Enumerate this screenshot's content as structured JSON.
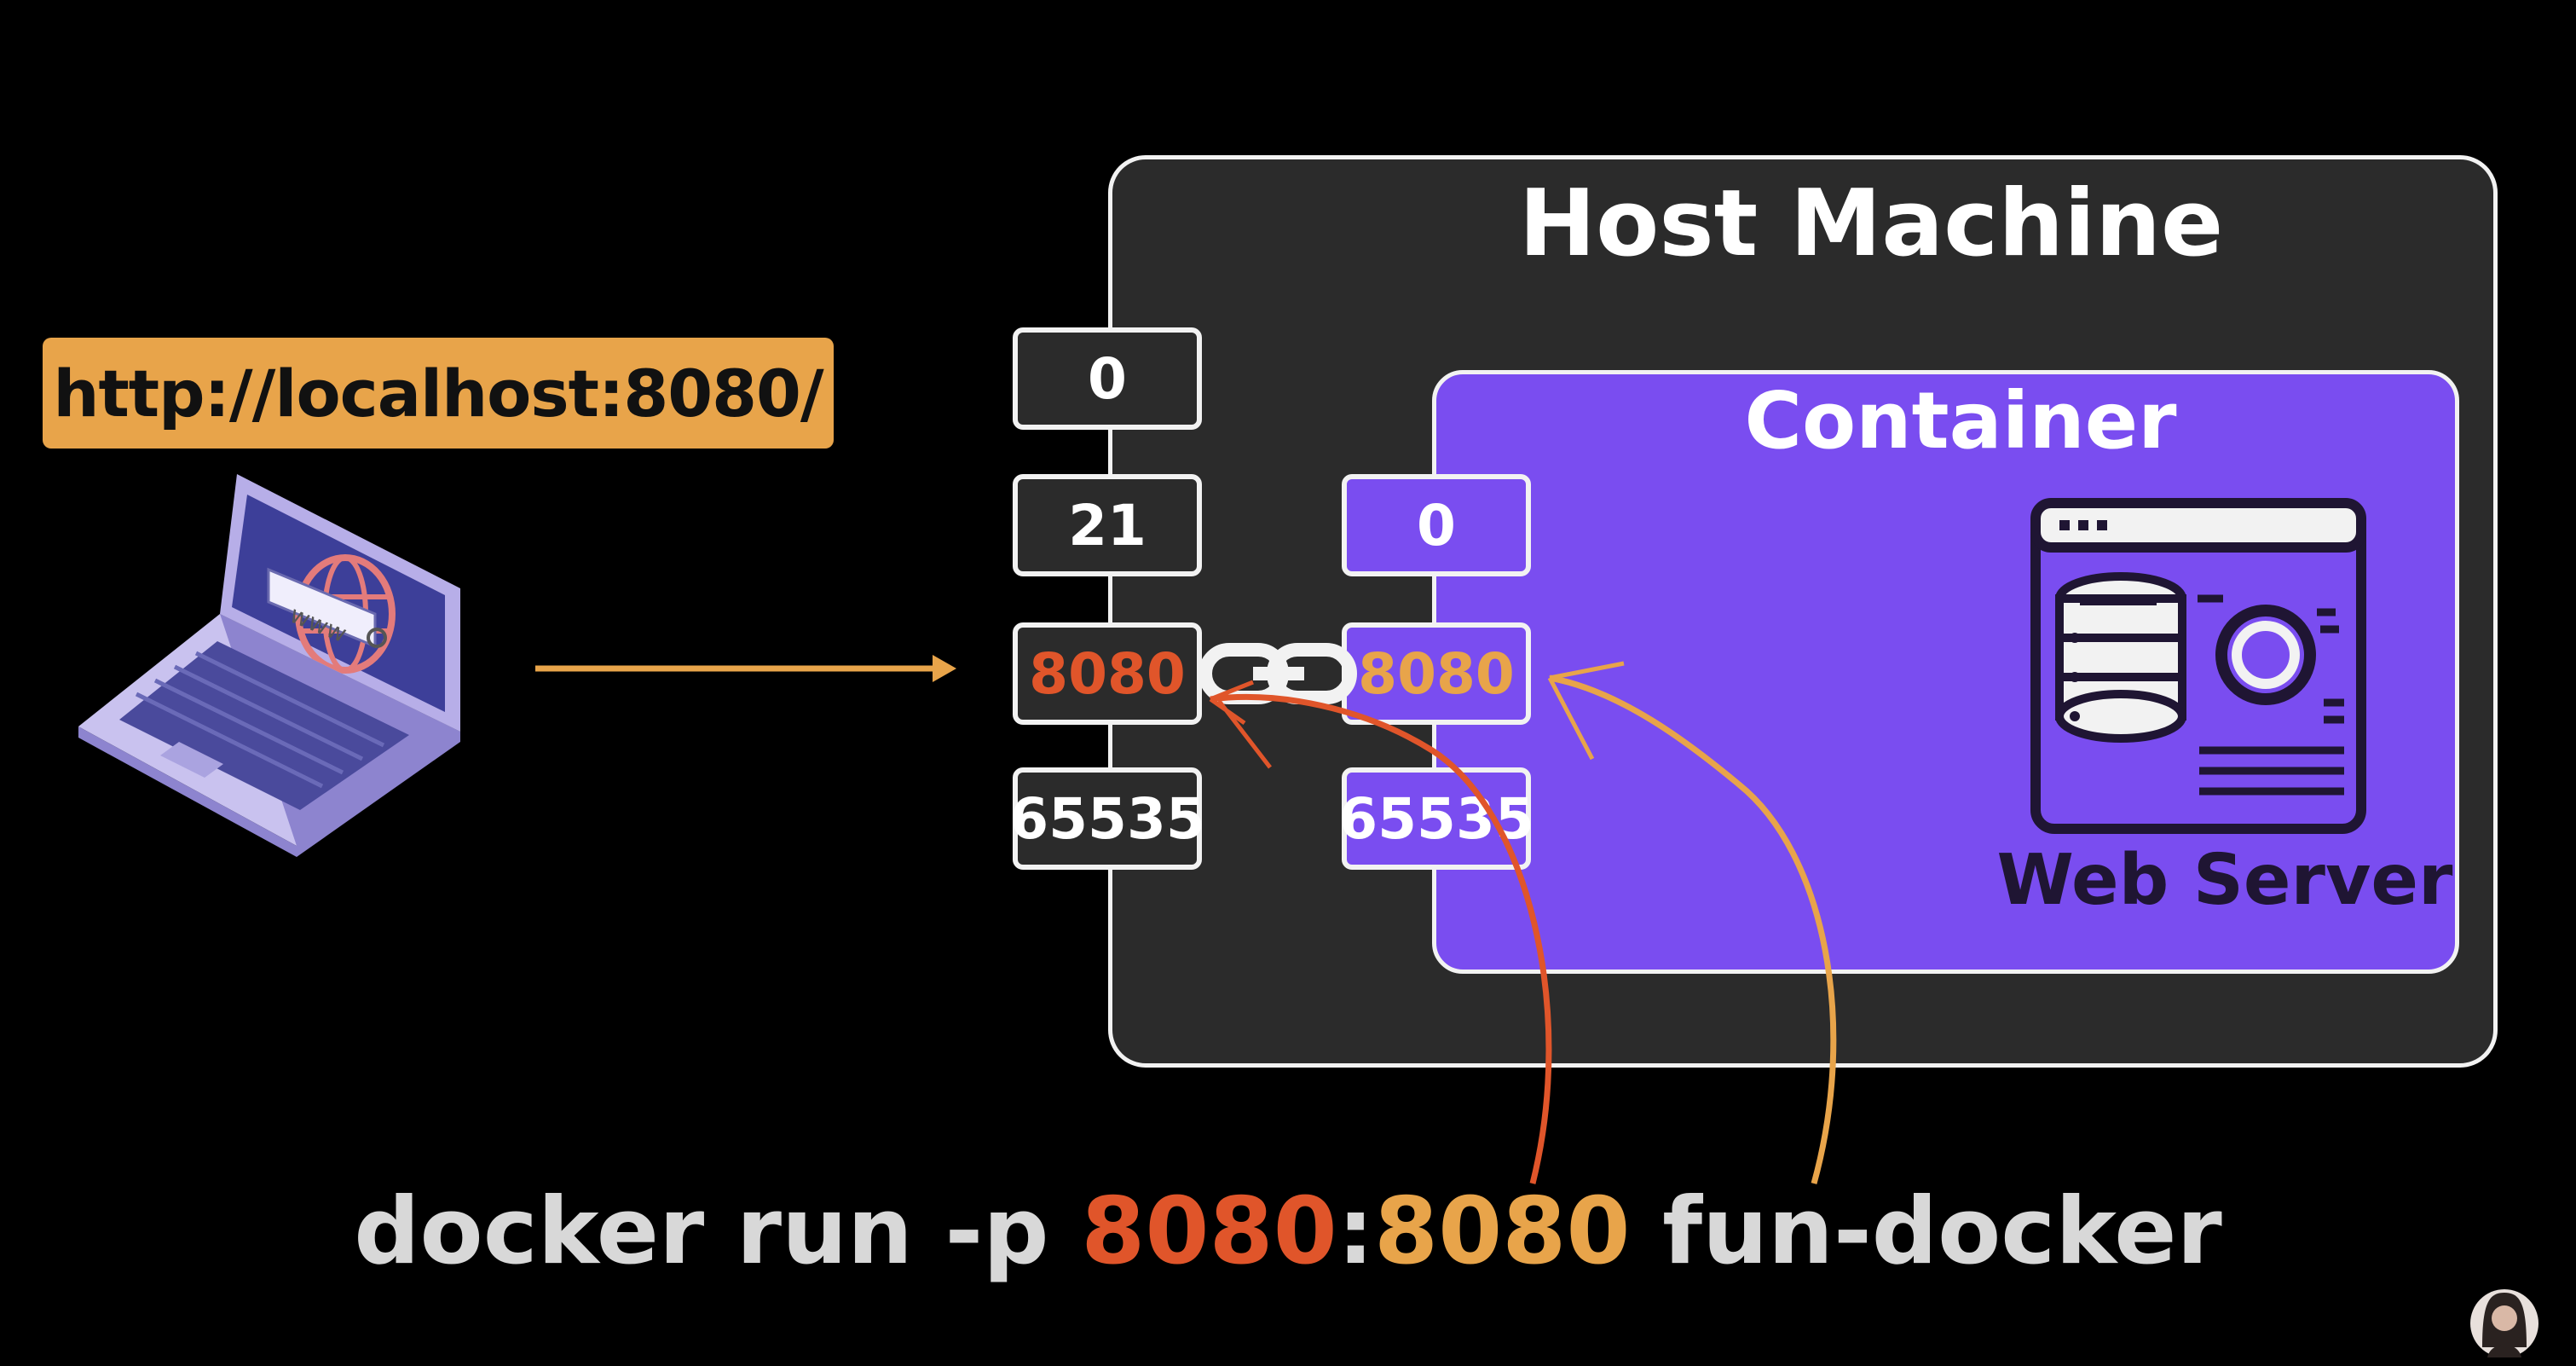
{
  "url": "http://localhost:8080/",
  "host_machine": {
    "title": "Host Machine",
    "ports": [
      "0",
      "21",
      "8080",
      "65535"
    ]
  },
  "container": {
    "title": "Container",
    "ports": [
      "0",
      "8080",
      "65535"
    ],
    "web_server_label": "Web Server"
  },
  "command": {
    "prefix": "docker run -p ",
    "host_port": "8080",
    "separator": ":",
    "container_port": "8080",
    "suffix": " fun-docker"
  },
  "icons": [
    "laptop-icon",
    "globe-icon",
    "chain-link-icon",
    "web-server-icon",
    "presenter-avatar"
  ],
  "colors": {
    "background": "#000000",
    "url_highlight": "#e8a44a",
    "host_box": "#2b2b2b",
    "container_box": "#7a4df0",
    "host_port_accent": "#e0552a",
    "container_port_accent": "#e8a44a",
    "command_text": "#d8d8d8"
  }
}
